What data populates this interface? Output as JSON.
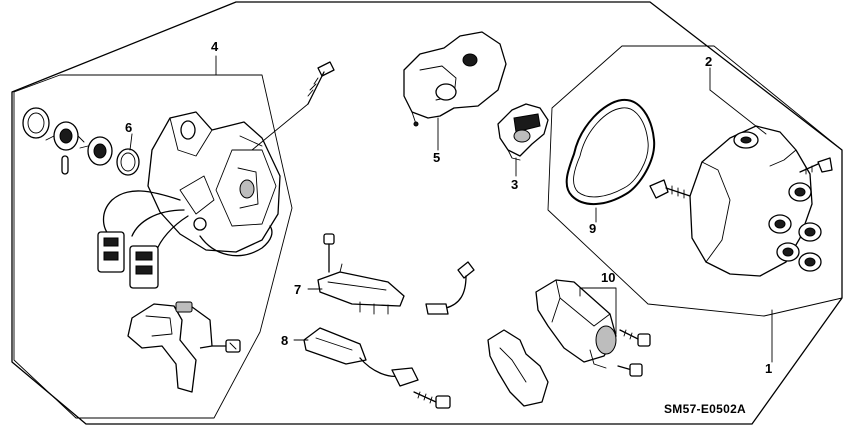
{
  "callouts": {
    "c1": "1",
    "c2": "2",
    "c3": "3",
    "c4": "4",
    "c5": "5",
    "c6": "6",
    "c7": "7",
    "c8": "8",
    "c9": "9",
    "c10": "10"
  },
  "diagram_code": "SM57-E0502A"
}
